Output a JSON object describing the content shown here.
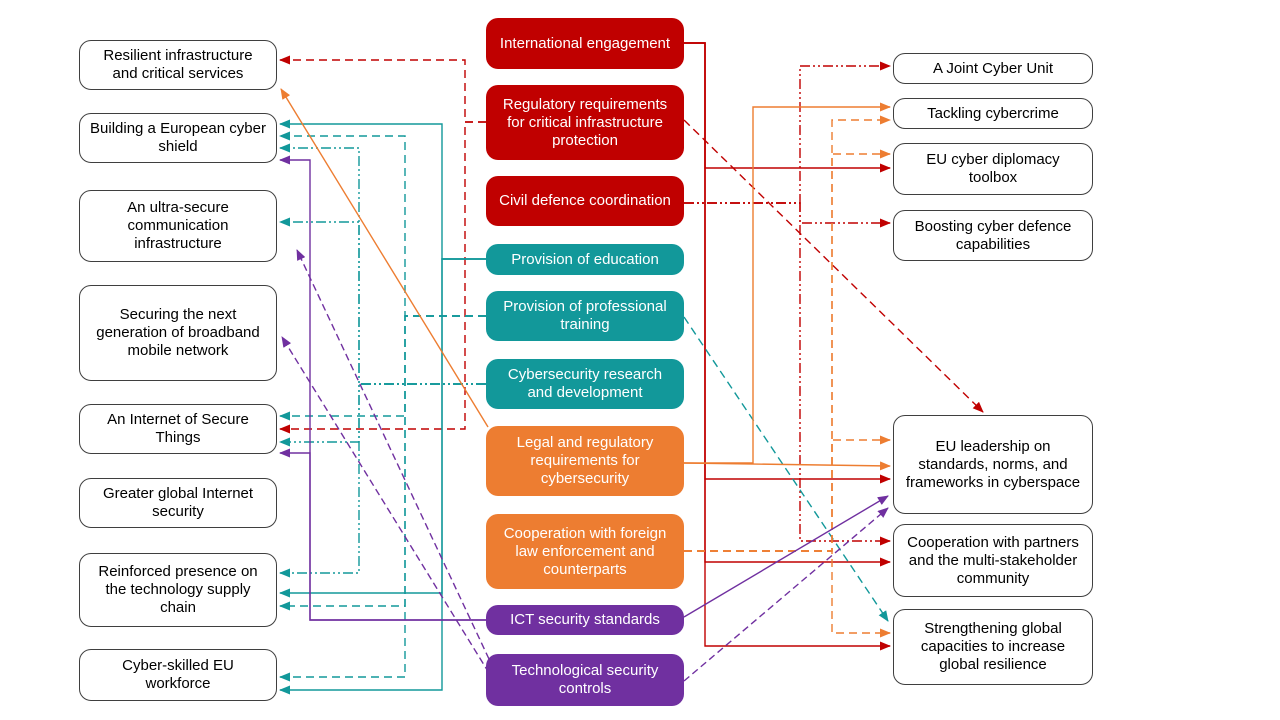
{
  "diagram": {
    "colors": {
      "red": "#C00000",
      "teal": "#12989A",
      "orange": "#ED7D31",
      "purple": "#7030A0",
      "plain_box_border": "#3f3f3f",
      "background": "#ffffff"
    },
    "left_column": [
      {
        "label": "Resilient infrastructure and critical services"
      },
      {
        "label": "Building a European cyber shield"
      },
      {
        "label": "An ultra-secure communication infrastructure"
      },
      {
        "label": "Securing the next generation of broadband mobile network"
      },
      {
        "label": "An Internet  of Secure Things"
      },
      {
        "label": "Greater global Internet security"
      },
      {
        "label": "Reinforced presence on the technology supply chain"
      },
      {
        "label": "Cyber-skilled EU workforce"
      }
    ],
    "middle_column": [
      {
        "label": "International engagement",
        "color": "red"
      },
      {
        "label": "Regulatory requirements for critical infrastructure protection",
        "color": "red"
      },
      {
        "label": "Civil defence coordination",
        "color": "red"
      },
      {
        "label": "Provision of education",
        "color": "teal"
      },
      {
        "label": "Provision of professional training",
        "color": "teal"
      },
      {
        "label": "Cybersecurity research and development",
        "color": "teal"
      },
      {
        "label": "Legal and regulatory requirements for cybersecurity",
        "color": "orange"
      },
      {
        "label": "Cooperation with foreign law enforcement and counterparts",
        "color": "orange"
      },
      {
        "label": "ICT security standards",
        "color": "purple"
      },
      {
        "label": "Technological security controls",
        "color": "purple"
      }
    ],
    "right_column": [
      {
        "label": "A Joint Cyber Unit"
      },
      {
        "label": "Tackling cybercrime"
      },
      {
        "label": "EU cyber diplomacy toolbox"
      },
      {
        "label": "Boosting cyber defence capabilities"
      },
      {
        "label": "EU leadership on standards, norms, and frameworks in cyberspace"
      },
      {
        "label": "Cooperation with partners and the multi-stakeholder community"
      },
      {
        "label": "Strengthening  global capacities to increase global resilience"
      }
    ],
    "connections": [
      {
        "from": "International engagement",
        "color": "red",
        "style": "solid",
        "to": [
          "EU cyber diplomacy toolbox",
          "EU leadership on standards, norms, and frameworks in cyberspace",
          "Cooperation with partners and the multi-stakeholder community",
          "Strengthening global capacities to increase global resilience"
        ]
      },
      {
        "from": "Regulatory requirements for critical infrastructure protection",
        "color": "red",
        "style": "dashed",
        "to": [
          "Resilient infrastructure and critical services",
          "An Internet of Secure Things",
          "EU leadership on standards, norms, and frameworks in cyberspace"
        ]
      },
      {
        "from": "Civil defence coordination",
        "color": "red",
        "style": "dash-dot-dot",
        "to": [
          "A Joint Cyber Unit",
          "Boosting cyber defence capabilities",
          "Cooperation with partners and the multi-stakeholder community"
        ]
      },
      {
        "from": "Provision of education",
        "color": "teal",
        "style": "solid",
        "to": [
          "Building a European cyber shield",
          "Reinforced presence on the technology supply chain",
          "Cyber-skilled EU workforce"
        ]
      },
      {
        "from": "Provision of professional training",
        "color": "teal",
        "style": "dashed",
        "to": [
          "Building a European cyber shield",
          "An Internet of Secure Things",
          "Reinforced presence on the technology supply chain",
          "Cyber-skilled EU workforce",
          "Strengthening global capacities to increase global resilience"
        ]
      },
      {
        "from": "Cybersecurity research and development",
        "color": "teal",
        "style": "dash-dot-dot",
        "to": [
          "Building a European cyber shield",
          "An ultra-secure communication infrastructure",
          "An Internet of Secure Things",
          "Reinforced presence on the technology supply chain"
        ]
      },
      {
        "from": "Legal and regulatory requirements for cybersecurity",
        "color": "orange",
        "style": "solid",
        "to": [
          "Resilient infrastructure and critical services",
          "Tackling cybercrime",
          "EU leadership on standards, norms, and frameworks in cyberspace"
        ]
      },
      {
        "from": "Cooperation with foreign law enforcement and counterparts",
        "color": "orange",
        "style": "dashed",
        "to": [
          "Tackling cybercrime",
          "EU cyber diplomacy toolbox",
          "EU leadership on standards, norms, and frameworks in cyberspace",
          "Strengthening global capacities to increase global resilience"
        ]
      },
      {
        "from": "ICT security standards",
        "color": "purple",
        "style": "solid",
        "to": [
          "Building a European cyber shield",
          "An Internet of Secure Things",
          "EU leadership on standards, norms, and frameworks in cyberspace"
        ]
      },
      {
        "from": "Technological security controls",
        "color": "purple",
        "style": "dashed",
        "to": [
          "An ultra-secure communication infrastructure",
          "Securing the next generation of broadband mobile network",
          "EU leadership on standards, norms, and frameworks in cyberspace"
        ]
      }
    ]
  }
}
